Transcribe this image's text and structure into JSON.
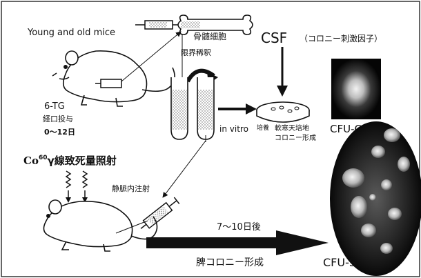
{
  "labels": {
    "young_old_mice": "Young and old mice",
    "bone_marrow_cells": "骨髄細胞",
    "limiting_dilution": "限界稀釈",
    "csf_main": "CSF",
    "csf_paren": "（コロニー刺激因子）",
    "tg_drug": "6-TG",
    "oral_admin": "経口投与",
    "days_range": "0〜12日",
    "in_vitro": "in vitro",
    "culture": "培養",
    "soft_agar": "軟寒天培地",
    "colony_formation": "コロニー形成",
    "cfu_c": "CFU-C",
    "irradiation": "Co",
    "irradiation_sup": "60",
    "irradiation_rest": "γ線致死量照射",
    "iv_injection": "静脈内注射",
    "days_after": "7〜10日後",
    "spleen_colony": "脾コロニー形成",
    "cfu_s": "CFU-S"
  },
  "colors": {
    "ink": "#111111",
    "frame": "#333333",
    "background": "#ffffff"
  }
}
